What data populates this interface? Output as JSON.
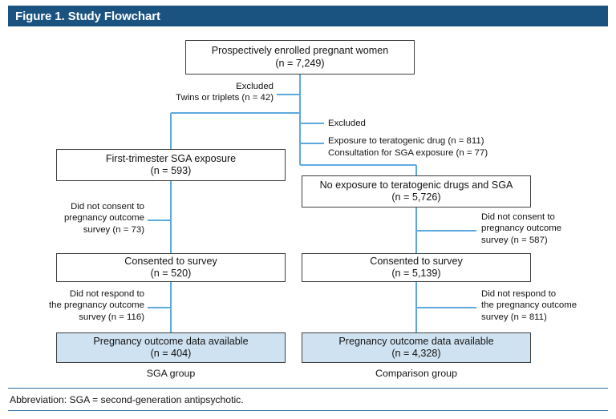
{
  "figure": {
    "title": "Figure 1. Study Flowchart",
    "accent_header_color": "#1a5280",
    "connector_color": "#5da9dd",
    "node_fill_highlight": "#cfe2f1",
    "rule_color": "#2d6da3"
  },
  "nodes": {
    "enrolled": {
      "line1": "Prospectively enrolled pregnant women",
      "line2": "(n = 7,249)"
    },
    "sga_exposure": {
      "line1": "First-trimester SGA exposure",
      "line2": "(n = 593)"
    },
    "no_exposure": {
      "line1": "No exposure to teratogenic drugs and SGA",
      "line2": "(n = 5,726)"
    },
    "consented_left": {
      "line1": "Consented to survey",
      "line2": "(n = 520)"
    },
    "consented_right": {
      "line1": "Consented to survey",
      "line2": "(n = 5,139)"
    },
    "outcome_left": {
      "line1": "Pregnancy outcome data available",
      "line2": "(n = 404)"
    },
    "outcome_right": {
      "line1": "Pregnancy outcome data available",
      "line2": "(n = 4,328)"
    }
  },
  "annotations": {
    "excluded_twins": {
      "line1": "Excluded",
      "line2": "Twins or triplets (n = 42)"
    },
    "excluded_drugs": {
      "line1": "Excluded",
      "line2": "Exposure to teratogenic drug (n = 811)",
      "line3": "Consultation for SGA exposure (n = 77)"
    },
    "no_consent_left": {
      "line1": "Did not consent to",
      "line2": "pregnancy outcome",
      "line3": "survey (n = 73)"
    },
    "no_consent_right": {
      "line1": "Did not consent to",
      "line2": "pregnancy outcome",
      "line3": "survey (n = 587)"
    },
    "no_respond_left": {
      "line1": "Did not respond to",
      "line2": "the pregnancy outcome",
      "line3": "survey (n = 116)"
    },
    "no_respond_right": {
      "line1": "Did not respond to",
      "line2": "the pregnancy outcome",
      "line3": "survey (n = 811)"
    }
  },
  "group_captions": {
    "left": "SGA group",
    "right": "Comparison group"
  },
  "footer": {
    "abbreviation_note": "Abbreviation: SGA = second-generation antipsychotic."
  },
  "chart_data": {
    "type": "diagram",
    "title": "Figure 1. Study Flowchart",
    "nodes": [
      {
        "id": "enrolled",
        "label": "Prospectively enrolled pregnant women",
        "n": 7249
      },
      {
        "id": "sga_exposure",
        "label": "First-trimester SGA exposure",
        "n": 593
      },
      {
        "id": "no_exposure",
        "label": "No exposure to teratogenic drugs and SGA",
        "n": 5726
      },
      {
        "id": "consented_left",
        "label": "Consented to survey",
        "n": 520
      },
      {
        "id": "consented_right",
        "label": "Consented to survey",
        "n": 5139
      },
      {
        "id": "outcome_left",
        "label": "Pregnancy outcome data available",
        "n": 404
      },
      {
        "id": "outcome_right",
        "label": "Pregnancy outcome data available",
        "n": 4328
      }
    ],
    "exclusions": [
      {
        "from": "enrolled",
        "reason": "Twins or triplets",
        "n": 42
      },
      {
        "from": "enrolled",
        "reason": "Exposure to teratogenic drug",
        "n": 811
      },
      {
        "from": "enrolled",
        "reason": "Consultation for SGA exposure",
        "n": 77
      },
      {
        "from": "sga_exposure",
        "reason": "Did not consent to pregnancy outcome survey",
        "n": 73
      },
      {
        "from": "no_exposure",
        "reason": "Did not consent to pregnancy outcome survey",
        "n": 587
      },
      {
        "from": "consented_left",
        "reason": "Did not respond to the pregnancy outcome survey",
        "n": 116
      },
      {
        "from": "consented_right",
        "reason": "Did not respond to the pregnancy outcome survey",
        "n": 811
      }
    ]
  }
}
